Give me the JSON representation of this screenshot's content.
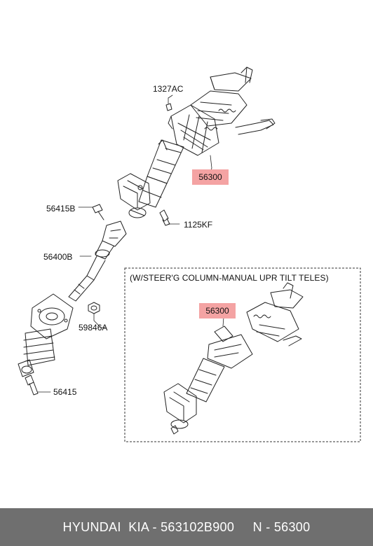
{
  "callouts": {
    "upper_column_clip": "1327AC",
    "upper_column_part": "56300",
    "bolt_upper_left": "56415B",
    "bolt_right": "1125KF",
    "intermediate_shaft": "56400B",
    "nut": "59846A",
    "bolt_lower": "56415"
  },
  "variant_box": {
    "title": "(W/STEER'G COLUMN-MANUAL UPR TILT  TELES)",
    "part": "56300"
  },
  "footer": {
    "text": "HYUNDAI  KIA - 563102B900     N - 56300"
  },
  "colors": {
    "highlight": "#f4a3a3",
    "footer_bg": "#6f6f6f",
    "footer_text": "#ffffff"
  }
}
